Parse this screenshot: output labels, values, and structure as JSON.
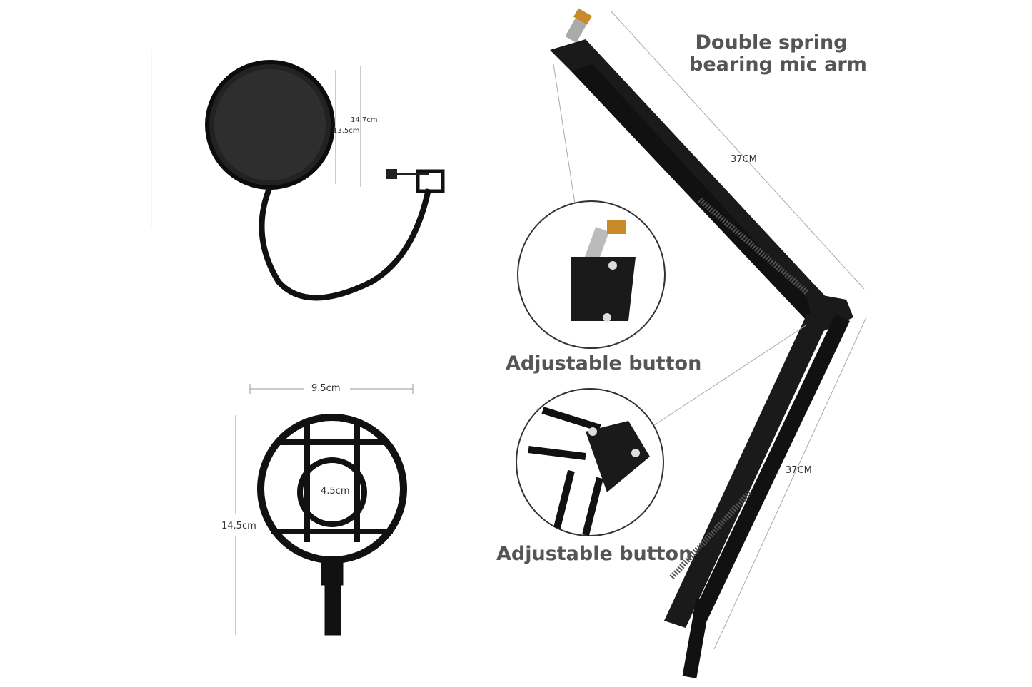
{
  "title_line1": "Double spring",
  "title_line2": "bearing mic arm",
  "pop_filter": {
    "outer": "14.7cm",
    "inner": "13.5cm"
  },
  "shock_mount": {
    "width": "9.5cm",
    "height": "14.5cm",
    "inner": "4.5cm"
  },
  "arm": {
    "upper": "37CM",
    "lower": "37CM"
  },
  "callouts": [
    "Adjustable button",
    "Adjustable button"
  ],
  "colors": {
    "text": "#555555",
    "metal": "#1a1a1a",
    "brass": "#c98a2a"
  }
}
